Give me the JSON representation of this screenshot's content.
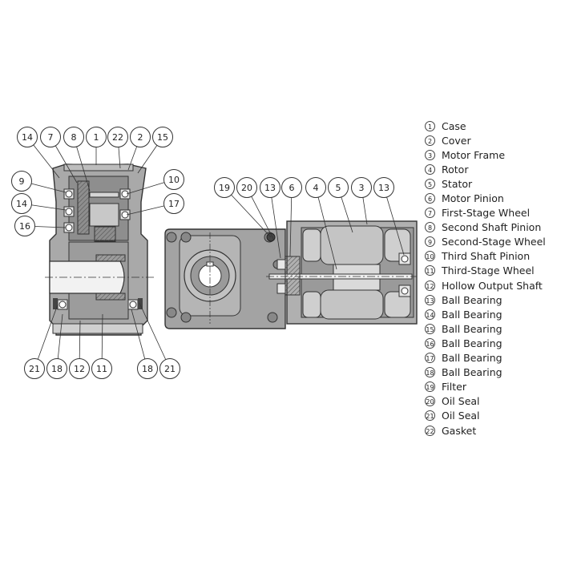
{
  "callouts": [
    "14",
    "7",
    "8",
    "1",
    "22",
    "2",
    "15",
    "9",
    "10",
    "14",
    "17",
    "16",
    "21",
    "18",
    "12",
    "11",
    "18",
    "21",
    "19",
    "20",
    "13",
    "6",
    "4",
    "5",
    "3",
    "13"
  ],
  "legend": [
    {
      "num": "1",
      "label": "Case"
    },
    {
      "num": "2",
      "label": "Cover"
    },
    {
      "num": "3",
      "label": "Motor Frame"
    },
    {
      "num": "4",
      "label": "Rotor"
    },
    {
      "num": "5",
      "label": "Stator"
    },
    {
      "num": "6",
      "label": "Motor Pinion"
    },
    {
      "num": "7",
      "label": "First-Stage Wheel"
    },
    {
      "num": "8",
      "label": "Second Shaft Pinion"
    },
    {
      "num": "9",
      "label": "Second-Stage Wheel"
    },
    {
      "num": "10",
      "label": "Third Shaft Pinion"
    },
    {
      "num": "11",
      "label": "Third-Stage Wheel"
    },
    {
      "num": "12",
      "label": "Hollow Output Shaft"
    },
    {
      "num": "13",
      "label": "Ball Bearing"
    },
    {
      "num": "14",
      "label": "Ball Bearing"
    },
    {
      "num": "15",
      "label": "Ball Bearing"
    },
    {
      "num": "16",
      "label": "Ball Bearing"
    },
    {
      "num": "17",
      "label": "Ball Bearing"
    },
    {
      "num": "18",
      "label": "Ball Bearing"
    },
    {
      "num": "19",
      "label": "Filter"
    },
    {
      "num": "20",
      "label": "Oil Seal"
    },
    {
      "num": "21",
      "label": "Oil Seal"
    },
    {
      "num": "22",
      "label": "Gasket"
    }
  ]
}
